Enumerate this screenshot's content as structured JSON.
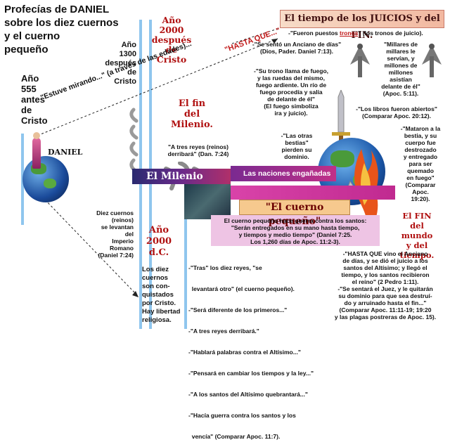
{
  "title": {
    "line1": "Profecías de DANIEL",
    "line2": "sobre los diez cuernos",
    "line3": "y el cuerno",
    "line4": "pequeño"
  },
  "timeline": {
    "year_555": [
      "Año",
      "555",
      "antes",
      "de",
      "Cristo"
    ],
    "year_1300": [
      "Año",
      "1300",
      "después",
      "de",
      "Cristo"
    ],
    "year_2000_dc": [
      "Año",
      "2000",
      "después",
      "de Cristo"
    ],
    "year_2000_short": [
      "Año",
      "2000",
      "d.C."
    ],
    "daniel_label": "DANIEL",
    "estuve_mirando": "\"Estuve mirando...\" (a través de las edades)...",
    "hasta_que": "\"HASTA QUE...\""
  },
  "header": {
    "tiempo_juicios": "El tiempo de los JUICIOS y del FIN."
  },
  "quotes": {
    "tronos_a": "-\"Fueron puestos ",
    "tronos_u": "tronos",
    "tronos_b": "\" (los tronos de juicio).",
    "anciano": [
      "-\"Se sentó un Anciano de días\"",
      "(Dios, Pader. Daniel 7:13)."
    ],
    "millares": [
      "\"Millares de",
      "millares le",
      "servían, y",
      "millones de",
      "millones",
      "asistían",
      "delante de él\"",
      "(Apoc. 5:11)."
    ],
    "trono_llama": [
      "-\"Su trono llama de fuego,",
      "y las ruedas del mismo,",
      "fuego ardiente. Un río de",
      "fuego procedía y salía",
      "de delante de él\"",
      "(El fuego simboliza",
      "ira y juicio)."
    ],
    "libros": [
      "-\"Los libros fueron abiertos\"",
      "(Comparar Apoc. 20:12)."
    ],
    "otras_bestias": [
      "-\"Las otras",
      "bestias\"",
      "pierden su",
      "dominio."
    ],
    "mataron": [
      "-\"Mataron a la",
      "bestia, y su",
      "cuerpo fue",
      "destrozado",
      "y entregado",
      "para ser",
      "quemado",
      "en fuego\"",
      "(Comparar",
      "Apoc.",
      "19:20)."
    ],
    "tres_reyes": [
      "\"A tres reyes (reinos)",
      "derribará\" (Dan. 7:24)"
    ],
    "diez_cuernos": [
      "Diez cuernos",
      "(reinos)",
      "se levantan",
      "del",
      "Imperio",
      "Romano",
      "(Daniel 7:24)"
    ],
    "conquistados": [
      "Los diez",
      "cuernos",
      "son con-",
      "quistados",
      "por Cristo.",
      "Hay libertad",
      "religiosa."
    ],
    "cuerno_guerra": [
      "El cuerno pequeño hace guerra contra los santos:",
      "\"Serán entregados en su mano hasta tiempo,",
      "y tiempos y medio tiempo\" (Daniel 7:25.",
      "Los 1,260 días de Apoc. 11:2-3)."
    ],
    "tras_reyes": [
      "-\"Tras\" los diez reyes, \"se",
      "  levantará otro\" (el cuerno pequeño).",
      "-\"Será diferente de los primeros...\"",
      "-\"A tres reyes derribará.\"",
      "-\"Hablará palabras contra el Altísimo...\"",
      "-\"Pensará en cambiar los tiempos y la ley...\"",
      "-\"A los santos del Altísimo quebrantará...\"",
      "-\"Hacía guerra contra los santos y los",
      "  vencía\" (Comparar Apoc. 11:7)."
    ],
    "hasta_que_vino": [
      "-\"HASTA QUE vino el Anciano",
      "de días, y se dió el juicio a los",
      "santos del Altísimo; y llegó el",
      "tiempo, y los santos recibieron",
      "el reino\" (2 Pedro 1:11).",
      "-\"Se sentará el Juez, y le quitarán",
      "su dominio para que sea destruí-",
      "do y arruinado hasta el fin...\"",
      "(Comparar Apoc. 11:11-19; 19:20",
      "y las plagas postreras de Apoc. 15)."
    ]
  },
  "labels": {
    "fin_milenio": [
      "El fin",
      "del",
      "Milenio."
    ],
    "milenio": "El Milenio",
    "naciones": "Las naciones engañadas",
    "cuerno_pequeno": "\"El cuerno pequeño\"",
    "fin_mundo": [
      "El FIN",
      "del",
      "mundo",
      "y del",
      "tiempo."
    ]
  },
  "colors": {
    "accent_red": "#c01818",
    "timeline_blue": "#8fc6ee",
    "milenio_purple": "#6a2a8a",
    "cuerno_orange": "#f6c98e"
  }
}
